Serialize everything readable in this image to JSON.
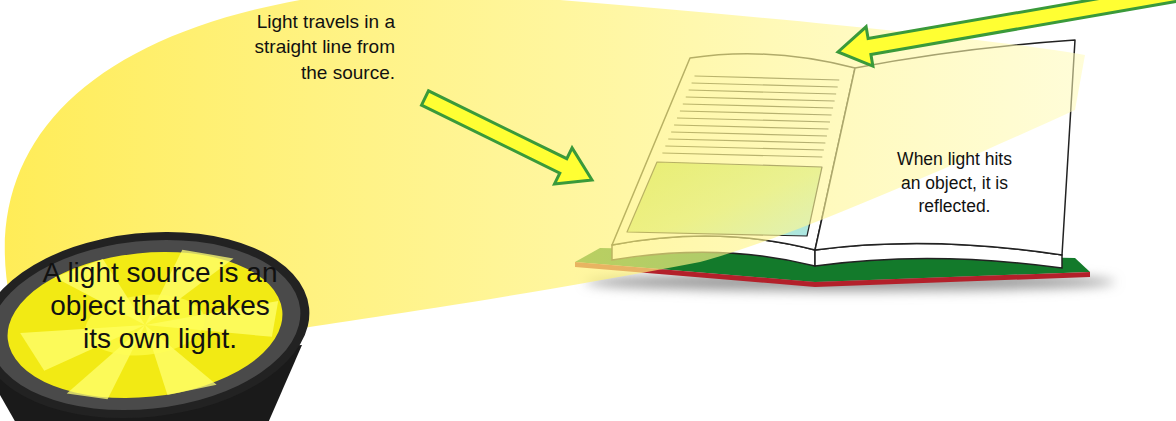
{
  "diagram": {
    "nodes": [
      {
        "text": [
          "A light source is an object that makes its own light."
        ]
      },
      {
        "text": [
          "When light hits an object, it is reflected."
        ]
      }
    ],
    "labels": [
      "Light travels in a straight line from the source."
    ]
  }
}
